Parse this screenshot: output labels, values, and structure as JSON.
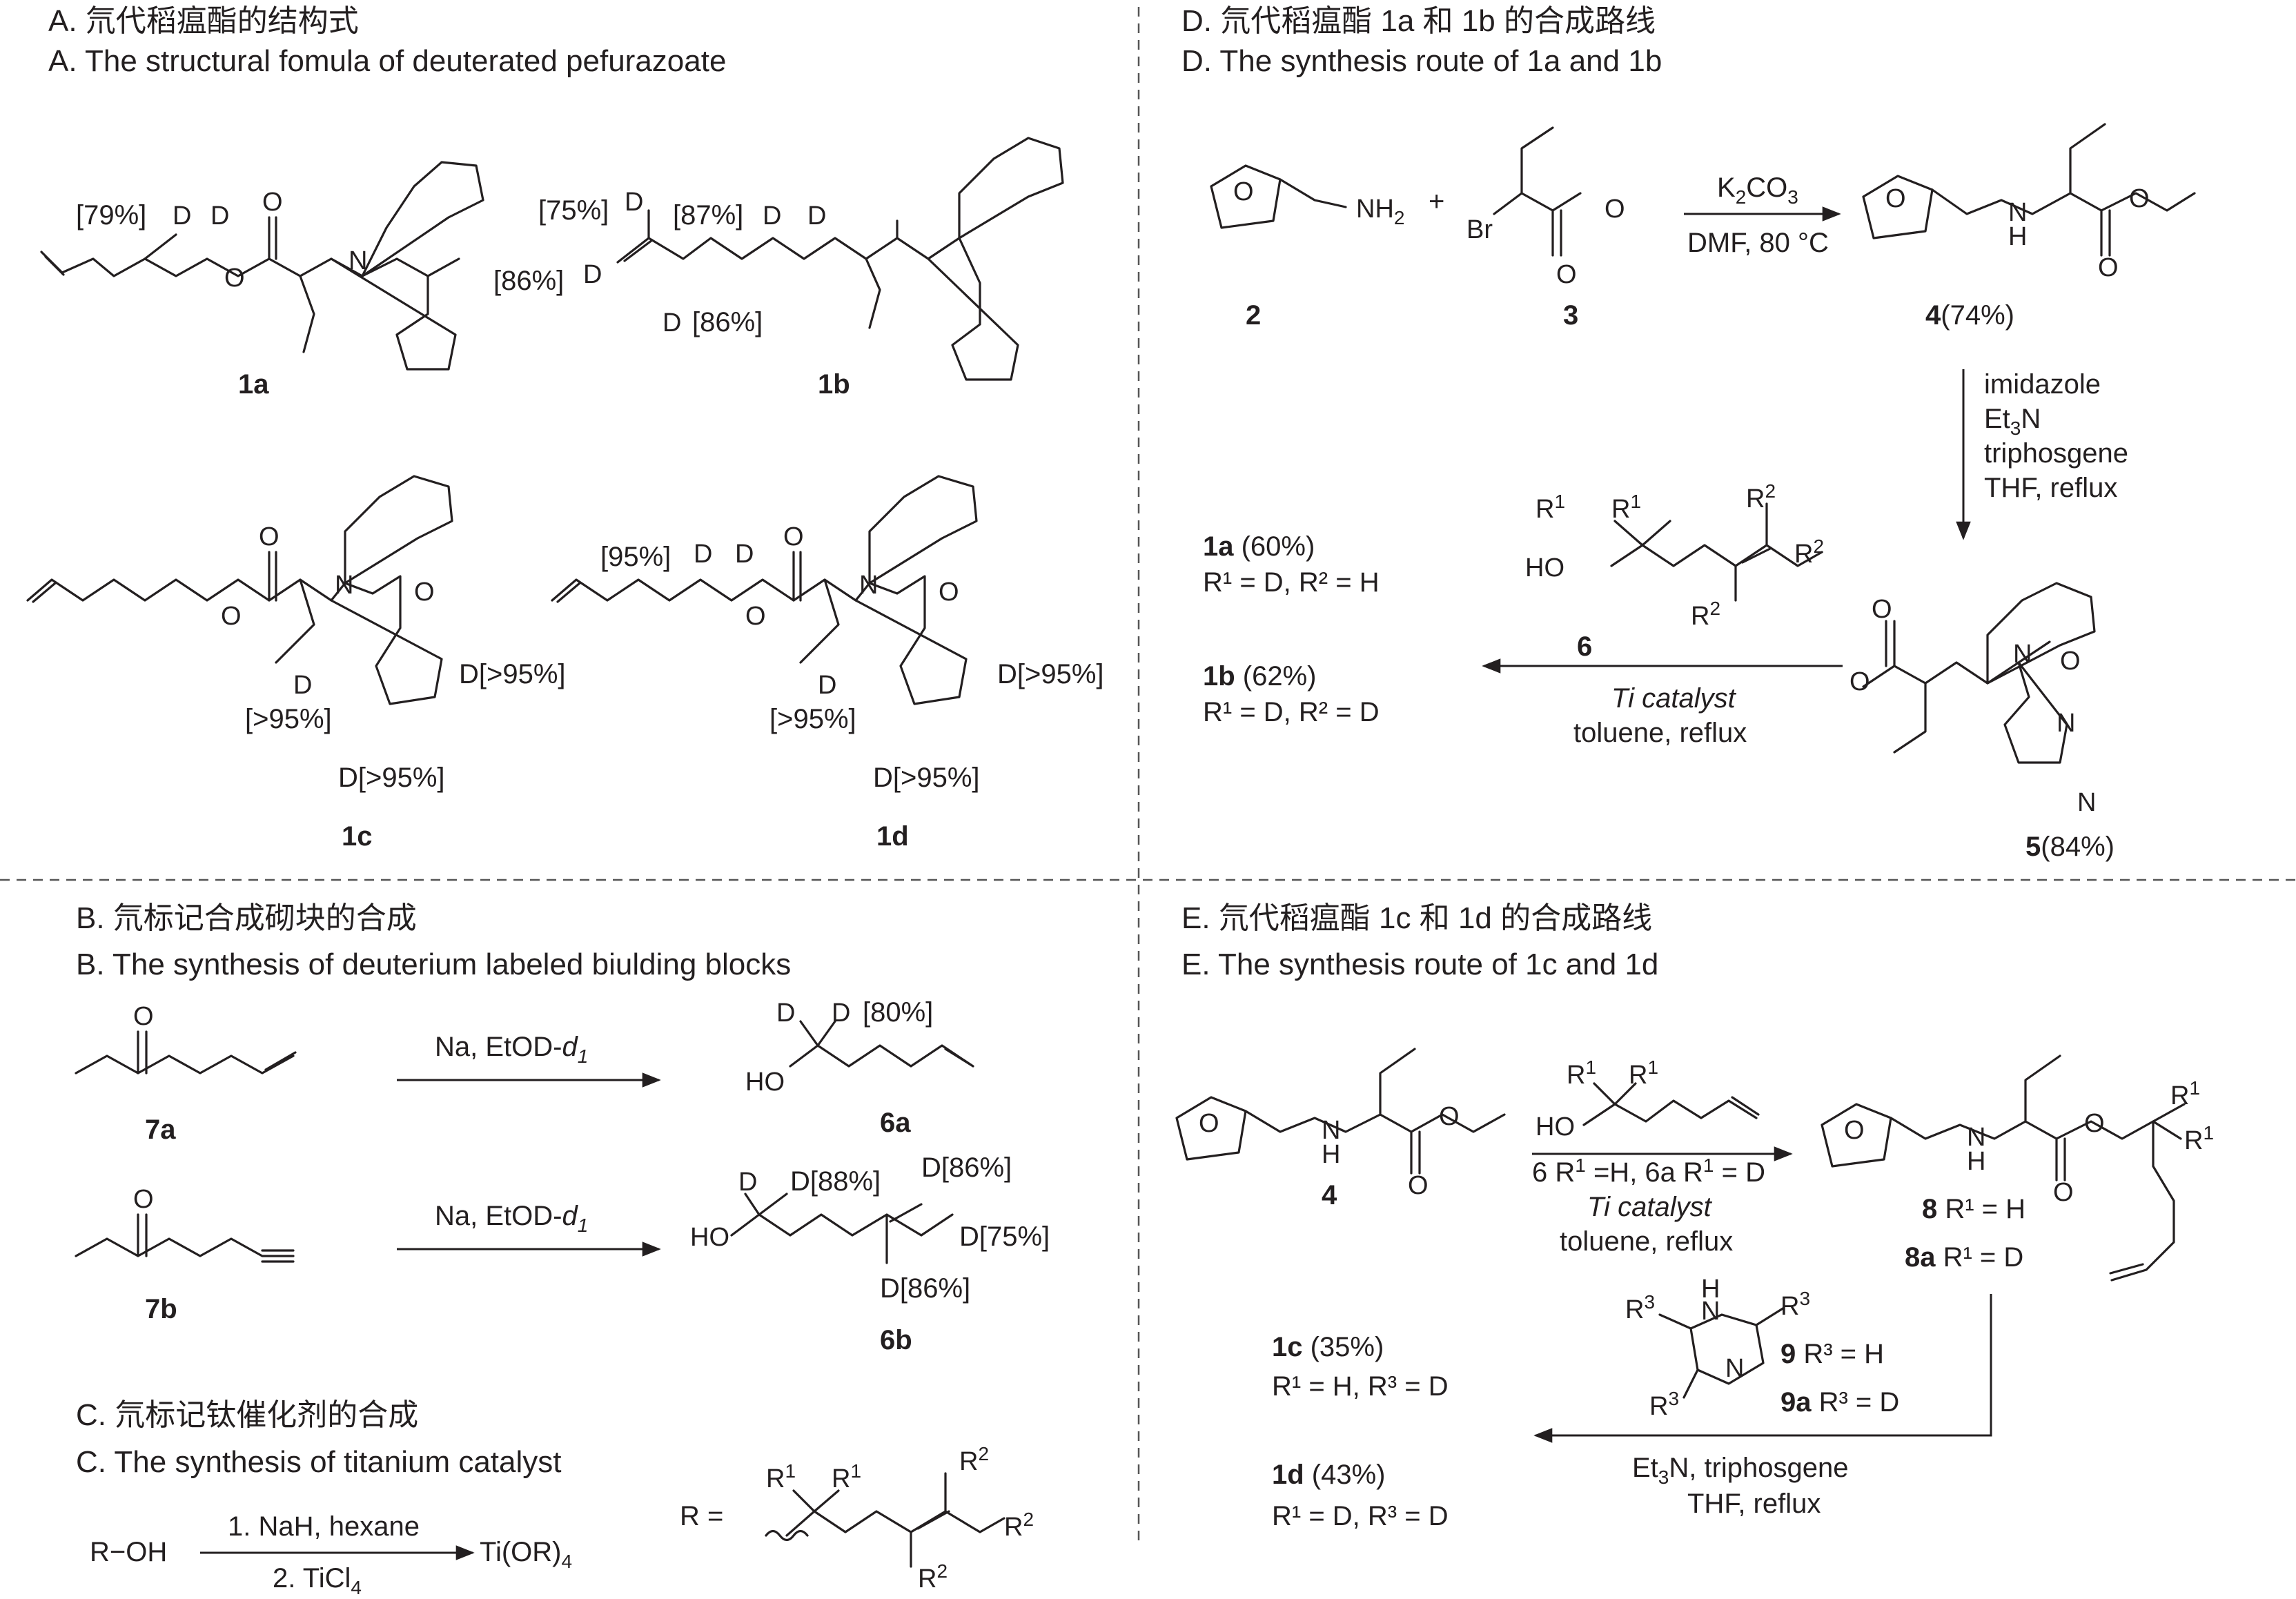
{
  "sections": {
    "A": {
      "title_zh": "A. 氘代稻瘟酯的结构式",
      "title_en": "A. The structural fomula of deuterated pefurazoate"
    },
    "B": {
      "title_zh": "B. 氘标记合成砌块的合成",
      "title_en": "B. The synthesis of deuterium labeled biulding blocks"
    },
    "C": {
      "title_zh": "C. 氘标记钛催化剂的合成",
      "title_en": "C. The synthesis of titanium catalyst"
    },
    "D": {
      "title_zh": "D. 氘代稻瘟酯 1a 和 1b 的合成路线",
      "title_en": "D. The synthesis route of 1a and 1b"
    },
    "E": {
      "title_zh": "E. 氘代稻瘟酯 1c 和 1d 的合成路线",
      "title_en": "E. The synthesis route of 1c and 1d"
    }
  },
  "compounds": {
    "c1a": "1a",
    "c1b": "1b",
    "c1c": "1c",
    "c1d": "1d",
    "c2": "2",
    "c3": "3",
    "c4": "4",
    "c4_yield": "(74%)",
    "c5": "5",
    "c5_yield": "(84%)",
    "c6": "6",
    "c7a": "7a",
    "c7b": "7b",
    "c6a": "6a",
    "c6b": "6b",
    "c4e": "4",
    "c8": "8",
    "c8a": "8a",
    "c9": "9",
    "c9a": "9a"
  },
  "labels": {
    "p79": "[79%]",
    "p75": "[75%]",
    "p87": "[87%]",
    "p86a": "[86%]",
    "p86b": "[86%]",
    "p95": "[95%]",
    "gt95": "[>95%]",
    "dgt95": "D[>95%]",
    "p80": "[80%]",
    "d88": "D[88%]",
    "d86": "D[86%]",
    "d75": "D[75%]",
    "D": "D",
    "O": "O",
    "N": "N",
    "H": "H",
    "Br": "Br",
    "HO": "HO",
    "NH": "NH",
    "R": "R",
    "R_eq": "R ="
  },
  "conditions": {
    "k2co3": "K",
    "k2co3_sub": "2",
    "k2co3_tail": "CO",
    "k2co3_sub2": "3",
    "dmf": "DMF, 80 °C",
    "imidazole": "imidazole",
    "et3n": "Et",
    "et3n_sub": "3",
    "et3n_tail": "N",
    "triphosgene": "triphosgene",
    "thf_reflux": "THF, reflux",
    "ti_catalyst": "Ti catalyst",
    "toluene_reflux": "toluene, reflux",
    "na_etod": "Na, EtOD-",
    "na_etod_d": "d",
    "na_etod_sub": "1",
    "nah": "1. NaH, hexane",
    "ticl4": "2. TiCl",
    "ticl4_sub": "4",
    "roh": "R−OH",
    "tior4": "Ti(OR)",
    "tior4_sub": "4",
    "six_r1": "6 R",
    "six_r1_mid": " =H, 6a R",
    "six_r1_end": " = D",
    "et3n_trip": "Et",
    "et3n_trip_sub": "3",
    "et3n_trip_tail": "N, triphosgene",
    "thf_reflux2": "THF, reflux"
  },
  "results": {
    "r1a": "1a",
    "r1a_yield": " (60%)",
    "r1a_sub": "R¹ = D, R² = H",
    "r1b": "1b",
    "r1b_yield": " (62%)",
    "r1b_sub": "R¹ = D, R² = D",
    "r1c": "1c",
    "r1c_yield": "  (35%)",
    "r1c_sub": "R¹ = H, R³ = D",
    "r1d": "1d",
    "r1d_yield": "  (43%)",
    "r1d_sub": "R¹ = D, R³ = D",
    "r8": " R¹ = H",
    "r8a": " R¹ = D",
    "r9": " R³ = H",
    "r9a": " R³ = D"
  }
}
